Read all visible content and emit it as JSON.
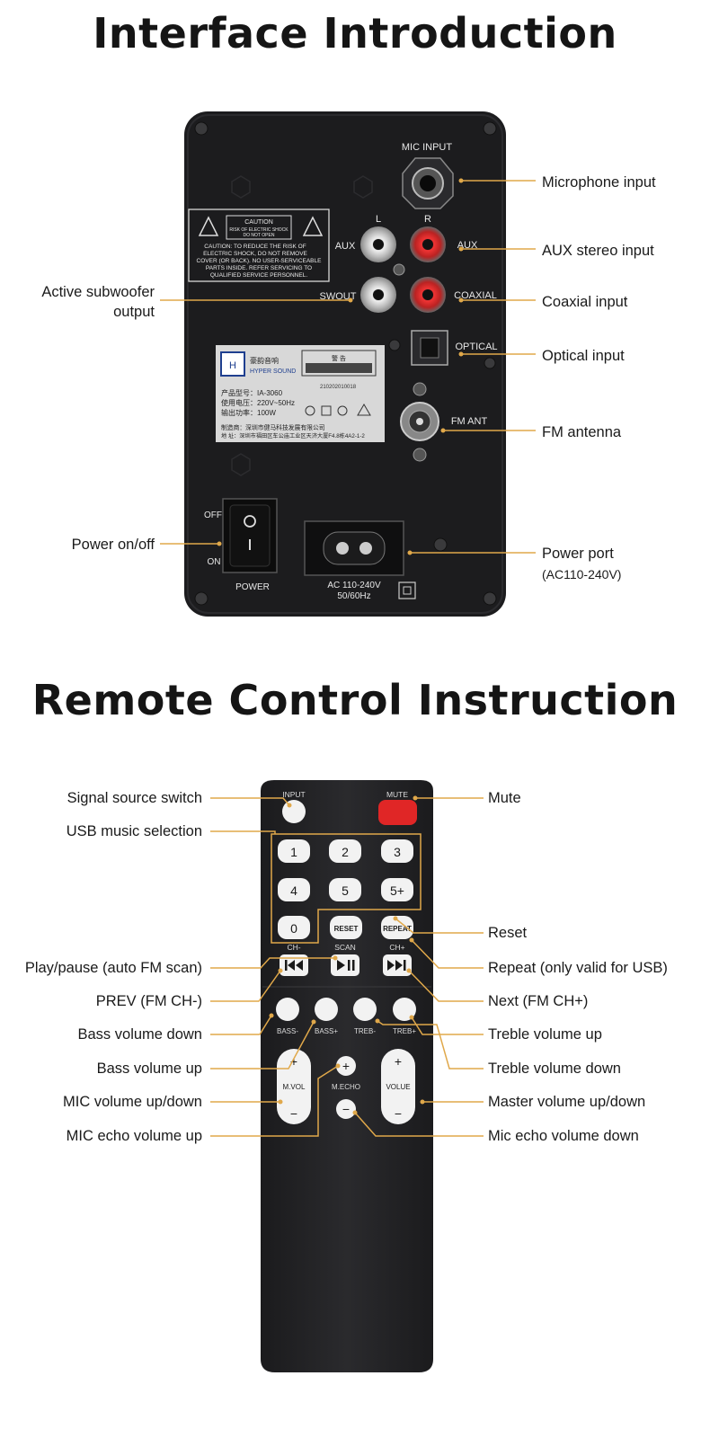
{
  "titles": {
    "interface": "Interface Introduction",
    "remote": "Remote Control Instruction"
  },
  "panel": {
    "mic_input": "MIC INPUT",
    "l": "L",
    "r": "R",
    "aux_left": "AUX",
    "aux_right": "AUX",
    "swout": "SWOUT",
    "coaxial": "COAXIAL",
    "optical": "OPTICAL",
    "fm_ant": "FM ANT",
    "off": "OFF",
    "on": "ON",
    "power": "POWER",
    "ac_line1": "AC 110-240V",
    "ac_line2": "50/60Hz",
    "caution": {
      "head": "CAUTION",
      "sub1": "RISK OF ELECTRIC SHOCK",
      "sub2": "DO NOT OPEN",
      "l1": "CAUTION:  TO REDUCE THE RISK OF",
      "l2": "ELECTRIC SHOCK, DO NOT REMOVE",
      "l3": "COVER (OR BACK).  NO USER-SERVICEABLE",
      "l4": "PARTS INSIDE.  REFER SERVICING TO",
      "l5": "QUALIFIED SERVICE PERSONNEL."
    },
    "spec": {
      "brand_cn": "豪韵音响",
      "brand_en": "HYPER SOUND",
      "warn_cn": "警 告",
      "model": "产品型号：IA-3060",
      "voltage": "使用电压：220V~50Hz",
      "power": "输出功率：100W",
      "code": "210202010018",
      "maker": "制造商：深圳市健马科技发展有限公司",
      "address": "地   址：深圳市福田区车公庙工业区天济大厦F4.8栋4A2-1-2"
    }
  },
  "interface_callouts": {
    "microphone": "Microphone input",
    "aux_stereo": "AUX stereo input",
    "subwoofer_l1": "Active subwoofer",
    "subwoofer_l2": "output",
    "coaxial": "Coaxial input",
    "optical": "Optical input",
    "fm": "FM antenna",
    "power_onoff": "Power on/off",
    "power_port_l1": "Power port",
    "power_port_l2": "(AC110-240V)"
  },
  "remote": {
    "input": "INPUT",
    "mute": "MUTE",
    "digits": [
      "1",
      "2",
      "3",
      "4",
      "5",
      "5+",
      "0"
    ],
    "reset": "RESET",
    "repeat": "REPEAT",
    "ch_minus": "CH-",
    "scan": "SCAN",
    "ch_plus": "CH+",
    "bass_minus": "BASS-",
    "bass_plus": "BASS+",
    "treb_minus": "TREB-",
    "treb_plus": "TREB+",
    "mvol": "M.VOL",
    "mecho": "M.ECHO",
    "volume": "VOLUE",
    "plus": "+",
    "minus": "−"
  },
  "remote_callouts": {
    "signal_source": "Signal source switch",
    "usb_music": "USB music selection",
    "play_pause": "Play/pause (auto FM scan)",
    "prev": "PREV (FM CH-)",
    "bass_down": "Bass volume down",
    "bass_up": "Bass volume up",
    "mic_vol": "MIC volume up/down",
    "mic_echo_up": "MIC echo volume up",
    "mute": "Mute",
    "reset": "Reset",
    "repeat": "Repeat (only valid for USB)",
    "next": "Next (FM CH+)",
    "treble_up": "Treble volume up",
    "treble_down": "Treble volume down",
    "master_vol": "Master volume up/down",
    "mic_echo_down": "Mic echo volume down"
  },
  "colors": {
    "leader": "#e0a84a",
    "panel": "#1c1c1e",
    "remote": "#232325",
    "mute": "#e02626",
    "rca_red": "#d42828"
  }
}
